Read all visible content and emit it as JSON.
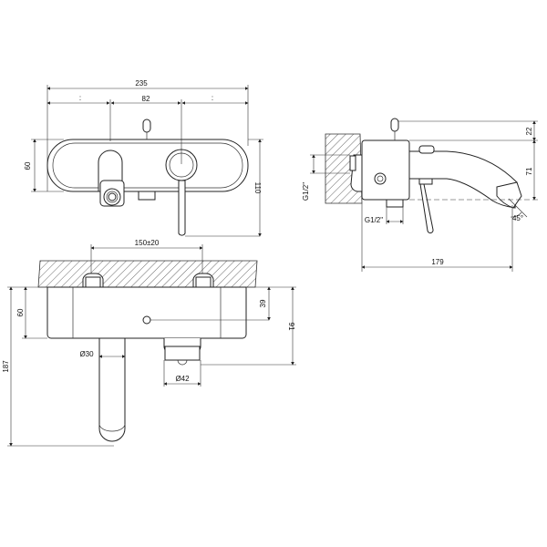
{
  "title": "Wall-mounted bath mixer technical drawing",
  "front_view": {
    "overall_width": "235",
    "inlet_spacing": "82",
    "side_marks": [
      ":",
      ":"
    ],
    "plate_height": "60",
    "total_height": "110"
  },
  "top_view": {
    "inlet_distance": "150±20",
    "body_depth": "60",
    "outlet_offset": "39",
    "total_depth": "91",
    "spout_length": "187",
    "spout_diameter": "Ø30",
    "diverter_diameter": "Ø42"
  },
  "side_view": {
    "inlet_thread": "G1/2\"",
    "outlet_thread": "G1/2\"",
    "knob_height": "22",
    "spout_height": "71",
    "angle": "45°",
    "projection": "179"
  }
}
